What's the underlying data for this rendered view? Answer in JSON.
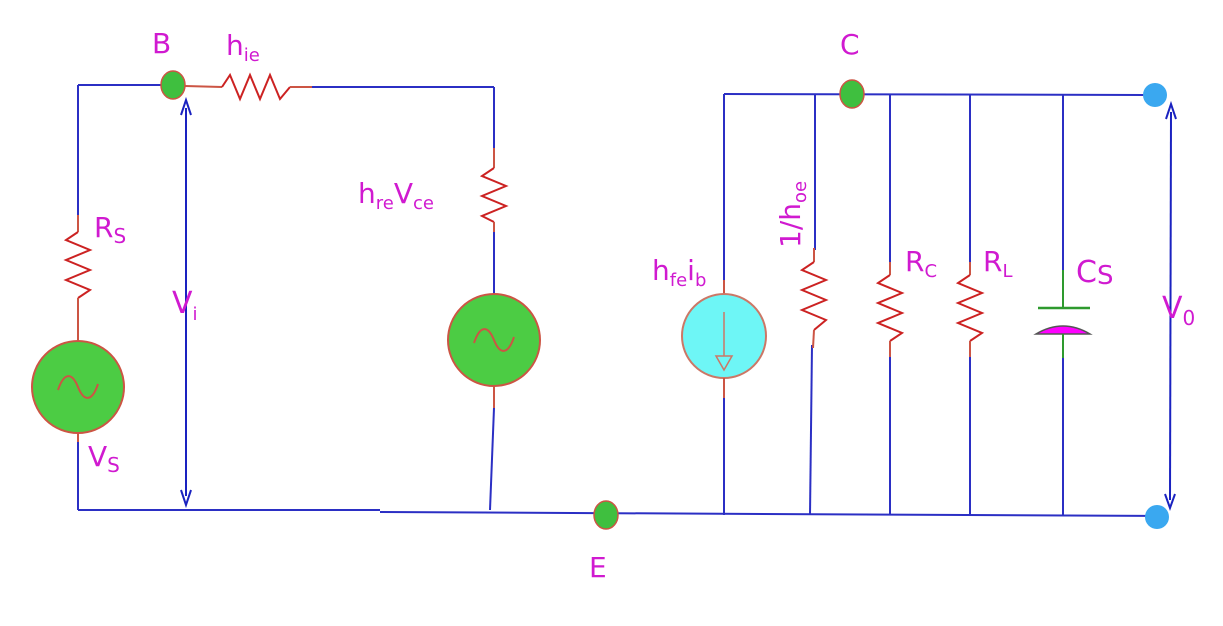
{
  "nodes": {
    "base": "B",
    "collector": "C",
    "emitter": "E"
  },
  "labels": {
    "hie": {
      "main": "h",
      "sub": "ie"
    },
    "hre_vce": {
      "main1": "h",
      "sub1": "re",
      "main2": "V",
      "sub2": "ce"
    },
    "rs": {
      "main": "R",
      "sub": "S"
    },
    "vs": {
      "main": "V",
      "sub": "S"
    },
    "vi": {
      "main": "V",
      "sub": "i"
    },
    "hfe_ib": {
      "main1": "h",
      "sub1": "fe",
      "main2": "i",
      "sub2": "b"
    },
    "one_over_hoe": {
      "main": "1/h",
      "sub": "oe"
    },
    "rc": {
      "main": "R",
      "sub": "C"
    },
    "rl": {
      "main": "R",
      "sub": "L"
    },
    "cs": {
      "main": "C",
      "sub": "S"
    },
    "v0": {
      "main": "V",
      "sub": "0"
    }
  },
  "colors": {
    "wire": "#2b2fc4",
    "resistor": "#cc2222",
    "label": "#d01ad0",
    "node_fill": "#3fbf3f",
    "terminal_fill": "#3aa8f0",
    "voltage_source_fill": "#4ccc44",
    "current_source_fill": "#6ef6f6",
    "capacitor_plate": "#ff00ff"
  }
}
